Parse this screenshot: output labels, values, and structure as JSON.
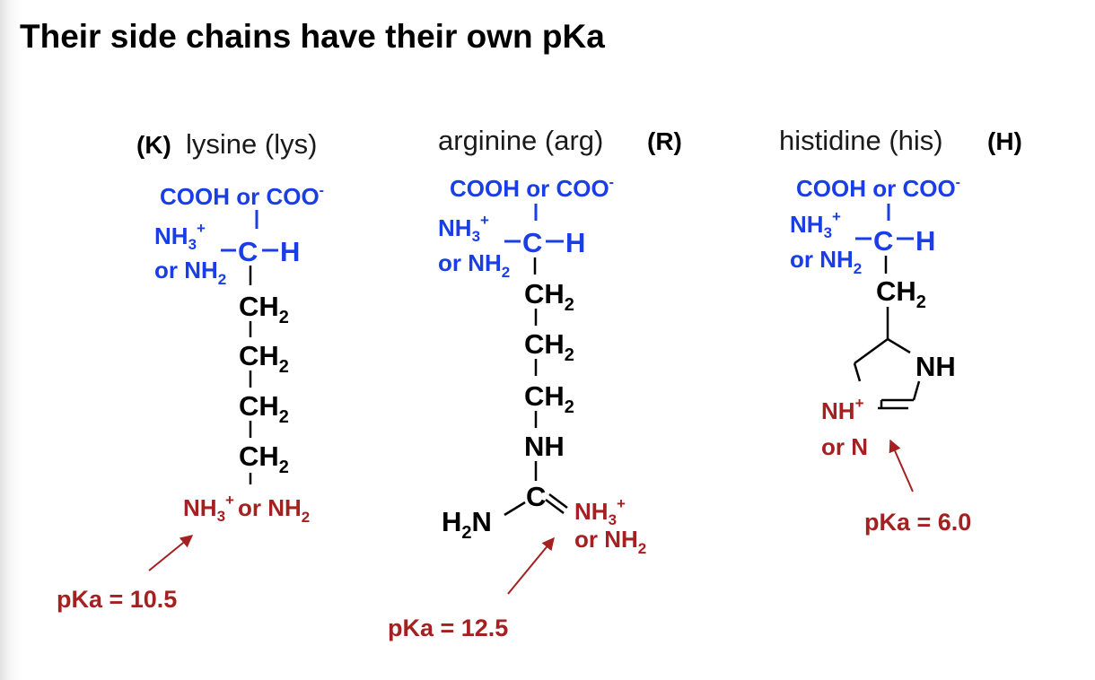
{
  "title": "Their side chains have their own pKa",
  "lysine": {
    "letter": "(K)",
    "name": "lysine (lys)",
    "cooh": "COOH or COO",
    "nh3": "NH",
    "ornh2": "or NH",
    "c": "C",
    "h": "H",
    "ch2": "CH",
    "side": "or NH",
    "pka": "pKa = 10.5"
  },
  "arginine": {
    "name": "arginine (arg)",
    "letter": "(R)",
    "cooh": "COOH or COO",
    "nh3": "NH",
    "ornh2": "or NH",
    "c": "C",
    "h": "H",
    "ch2": "CH",
    "nh": "NH",
    "h2n": "H",
    "n": "N",
    "ornh2b": "or NH",
    "pka": "pKa = 12.5"
  },
  "histidine": {
    "name": "histidine (his)",
    "letter": "(H)",
    "cooh": "COOH or COO",
    "nh3": "NH",
    "ornh2": "or NH",
    "c": "C",
    "h": "H",
    "ch2": "CH",
    "ringnh": "NH",
    "nhplus": "NH",
    "orn": "or N",
    "pka": "pKa = 6.0"
  },
  "glyphs": {
    "sub2": "2",
    "sub3": "3",
    "plus": "+",
    "minus": "-"
  },
  "colors": {
    "blue": "#1a3ee6",
    "red": "#a52020"
  }
}
